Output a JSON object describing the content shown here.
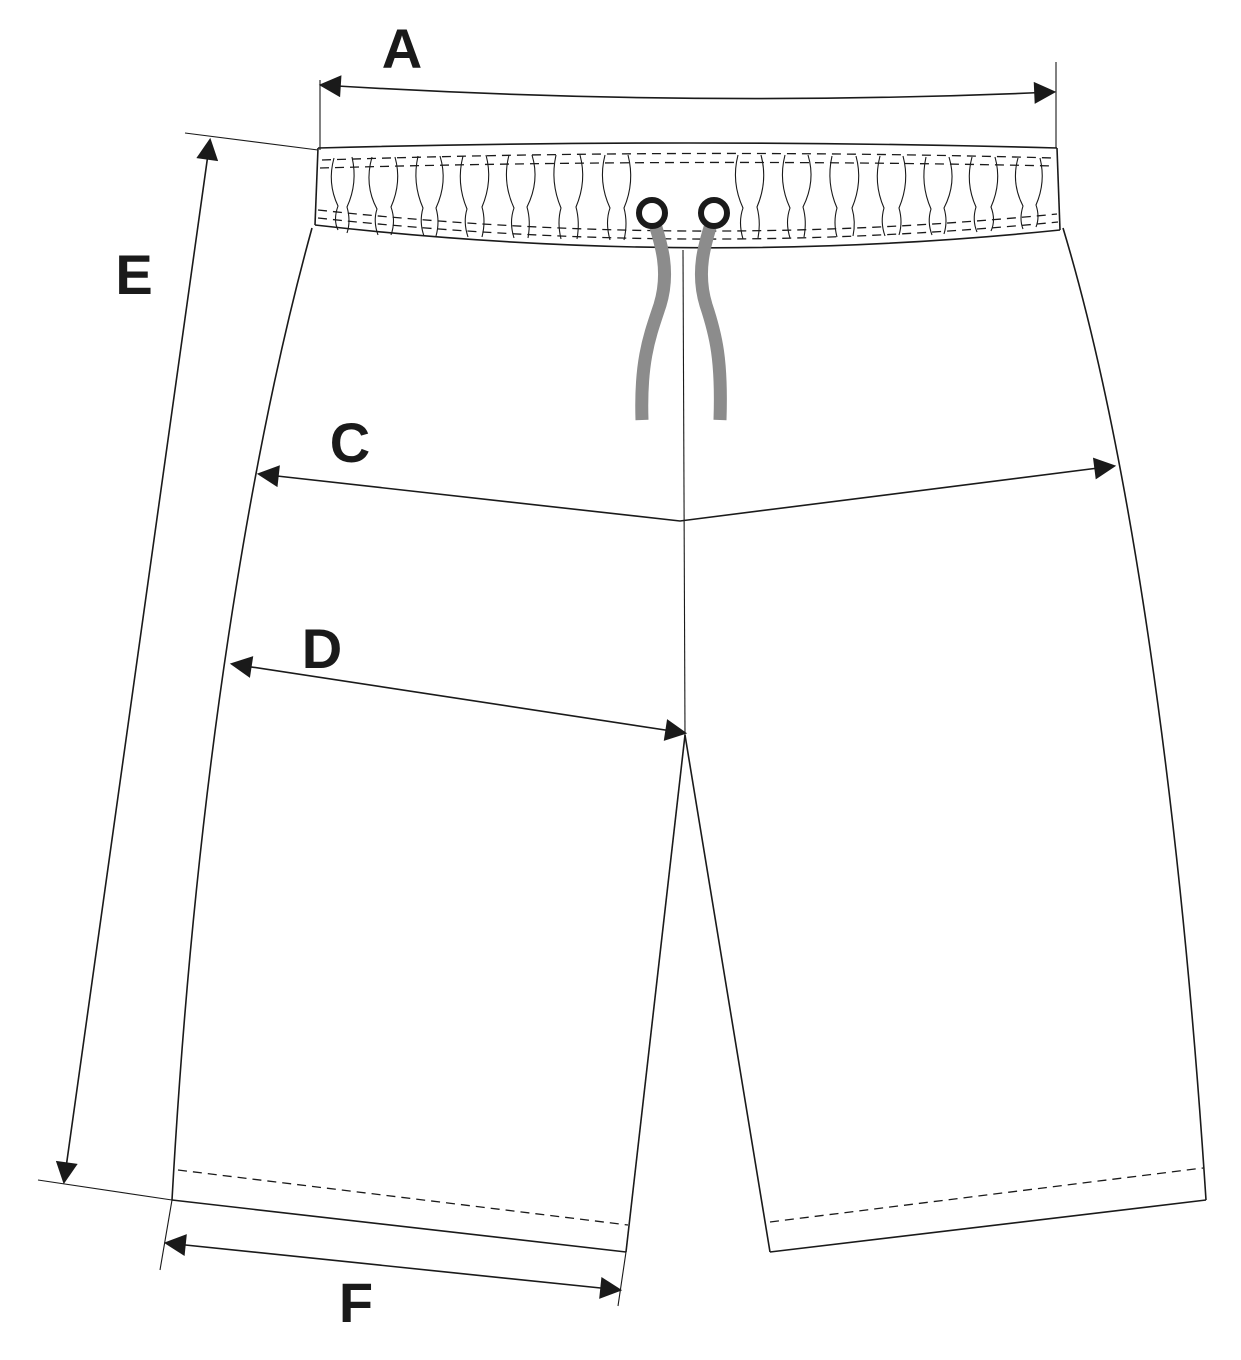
{
  "labels": {
    "a": "A",
    "c": "C",
    "d": "D",
    "e": "E",
    "f": "F"
  },
  "colors": {
    "line": "#1a1a1a",
    "drawstring": "#8c8c8c",
    "background": "#ffffff"
  },
  "icons": {
    "eyelet": "ring",
    "arrowhead": "filled-triangle"
  }
}
